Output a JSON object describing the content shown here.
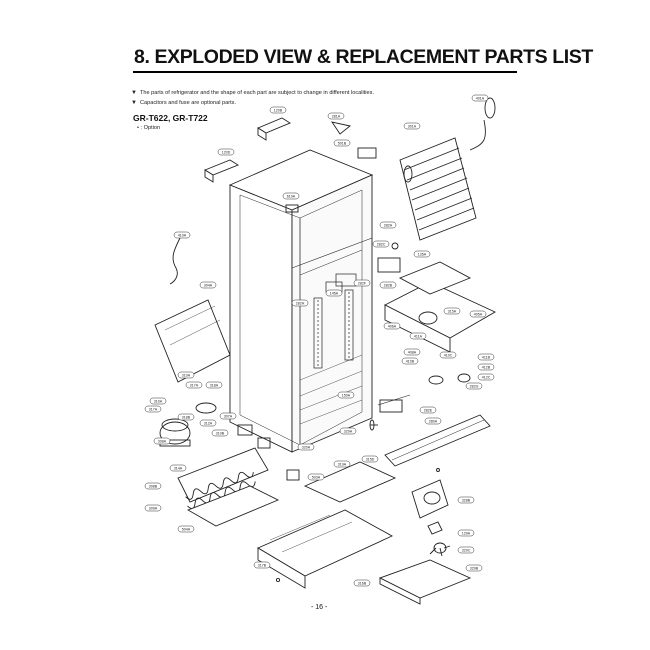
{
  "header": {
    "title": "8. EXPLODED VIEW & REPLACEMENT PARTS LIST"
  },
  "notes": [
    "The parts of refrigerator and the shape of each part are subject to change in different localities.",
    "Capacitors and fuse are optional parts."
  ],
  "models": "GR-T622, GR-T722",
  "option_legend": "• : Option",
  "page_number": "- 16 -",
  "callouts": [
    {
      "id": "c1",
      "label": "120B"
    },
    {
      "id": "c2",
      "label": "120D"
    },
    {
      "id": "c3",
      "label": "281A"
    },
    {
      "id": "c4",
      "label": "501B"
    },
    {
      "id": "c5",
      "label": "301A"
    },
    {
      "id": "c6",
      "label": "401A"
    },
    {
      "id": "c7",
      "label": "610A"
    },
    {
      "id": "c8",
      "label": "282A"
    },
    {
      "id": "c9",
      "label": "410A"
    },
    {
      "id": "c10",
      "label": "304A"
    },
    {
      "id": "c11",
      "label": "282C"
    },
    {
      "id": "c12",
      "label": "135A"
    },
    {
      "id": "c13",
      "label": "282B"
    },
    {
      "id": "c14",
      "label": "145A"
    },
    {
      "id": "c15",
      "label": "282F"
    },
    {
      "id": "c16",
      "label": "282H"
    },
    {
      "id": "c17",
      "label": "315A"
    },
    {
      "id": "c18",
      "label": "310A"
    },
    {
      "id": "c19",
      "label": "317A"
    },
    {
      "id": "c20",
      "label": "318A"
    },
    {
      "id": "c21",
      "label": "405A"
    },
    {
      "id": "c22",
      "label": "406A"
    },
    {
      "id": "c23",
      "label": "411A"
    },
    {
      "id": "c24",
      "label": "408A"
    },
    {
      "id": "c25",
      "label": "410B"
    },
    {
      "id": "c26",
      "label": "410C"
    },
    {
      "id": "c27",
      "label": "411B"
    },
    {
      "id": "c28",
      "label": "412B"
    },
    {
      "id": "c29",
      "label": "412C"
    },
    {
      "id": "c30",
      "label": "282G"
    },
    {
      "id": "c31",
      "label": "282E"
    },
    {
      "id": "c32",
      "label": "280A"
    },
    {
      "id": "c33",
      "label": "150A"
    },
    {
      "id": "c34",
      "label": "329A"
    },
    {
      "id": "c35",
      "label": "310A"
    },
    {
      "id": "c36",
      "label": "317A"
    },
    {
      "id": "c37",
      "label": "318B"
    },
    {
      "id": "c38",
      "label": "307A"
    },
    {
      "id": "c39",
      "label": "312A"
    },
    {
      "id": "c40",
      "label": "310B"
    },
    {
      "id": "c41",
      "label": "320A"
    },
    {
      "id": "c42",
      "label": "308A"
    },
    {
      "id": "c43",
      "label": "314A"
    },
    {
      "id": "c44",
      "label": "503A"
    },
    {
      "id": "c45",
      "label": "308B"
    },
    {
      "id": "c46",
      "label": "309A"
    },
    {
      "id": "c47",
      "label": "504A"
    },
    {
      "id": "c48",
      "label": "319A"
    },
    {
      "id": "c49",
      "label": "315D"
    },
    {
      "id": "c50",
      "label": "328B"
    },
    {
      "id": "c51",
      "label": "129A"
    },
    {
      "id": "c52",
      "label": "329C"
    },
    {
      "id": "c53",
      "label": "329B"
    },
    {
      "id": "c54",
      "label": "317B"
    },
    {
      "id": "c55",
      "label": "316B"
    }
  ]
}
